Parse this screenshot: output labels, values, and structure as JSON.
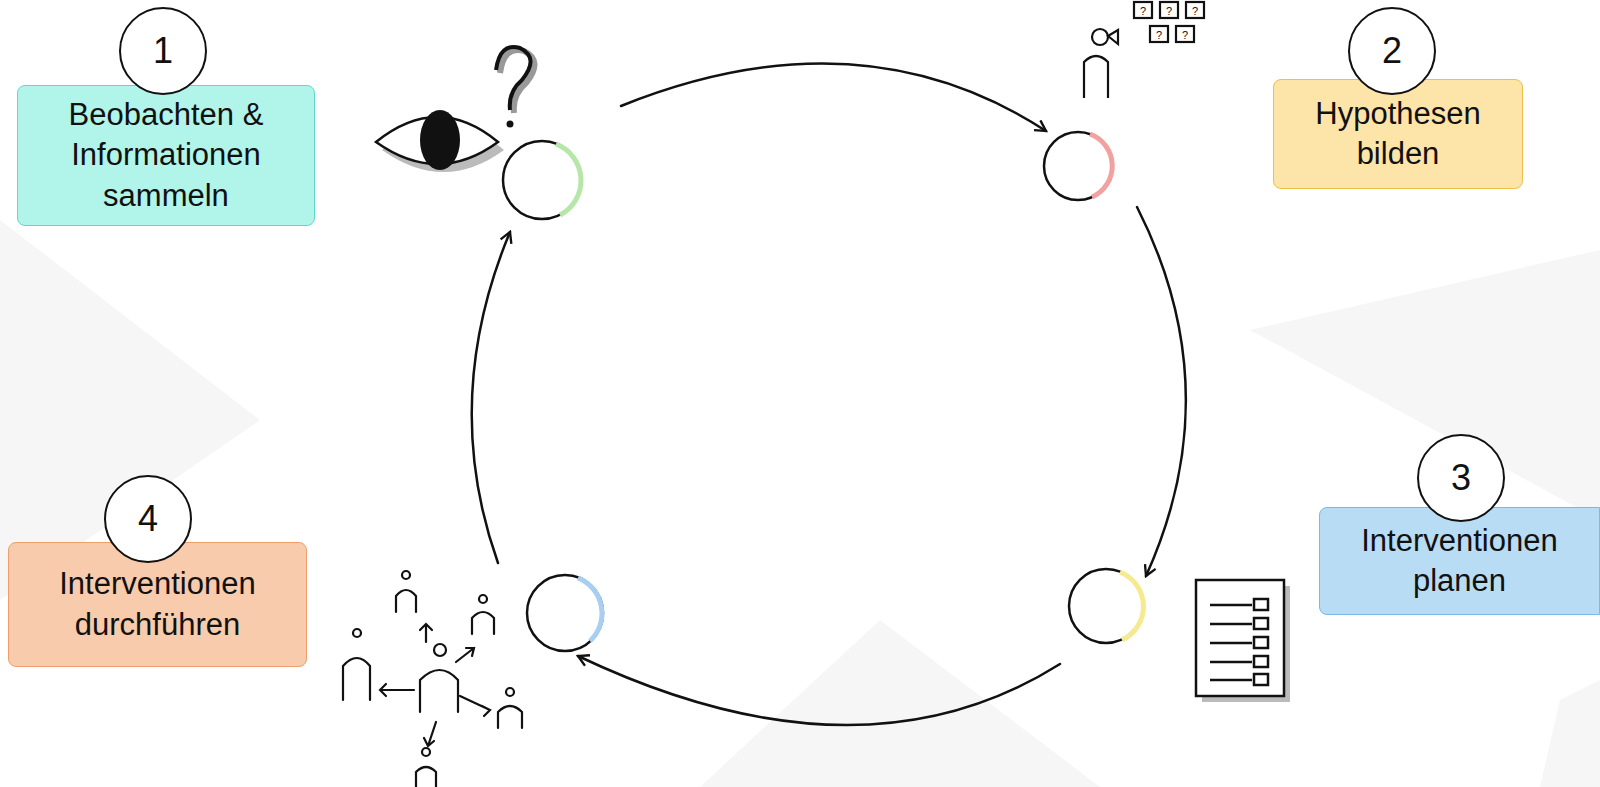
{
  "diagram": {
    "nodes": [
      {
        "text": [
          "Beobachten & Informationen sammeln"
        ]
      },
      {
        "text": [
          "Hypothesen bilden"
        ]
      },
      {
        "text": [
          "Interventionen planen"
        ]
      },
      {
        "text": [
          "Interventionen durchführen"
        ]
      }
    ],
    "labels": [
      "1",
      "2",
      "3",
      "4"
    ]
  }
}
